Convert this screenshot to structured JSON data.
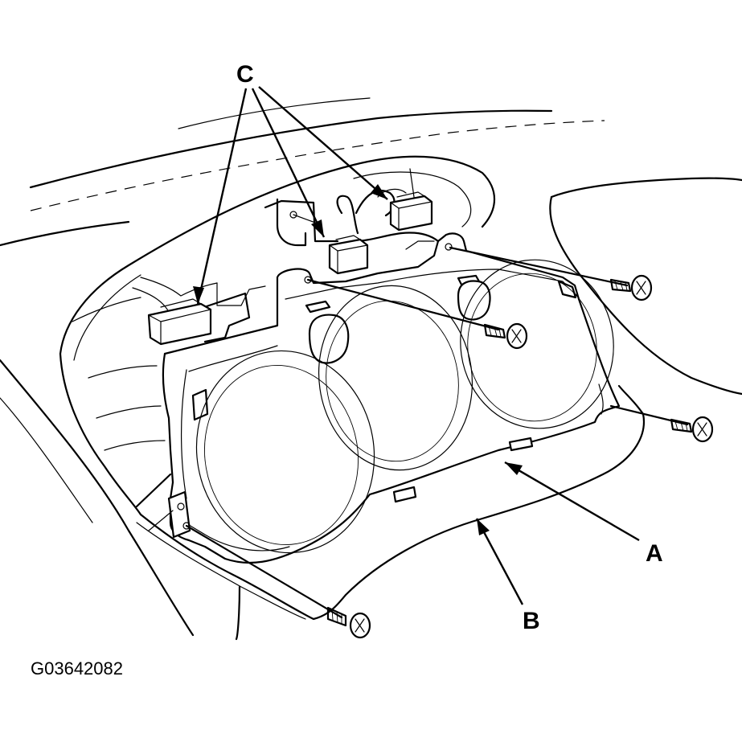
{
  "figure_id": "G03642082",
  "callouts": {
    "a": "A",
    "b": "B",
    "c": "C"
  },
  "colors": {
    "line": "#000000",
    "background": "#ffffff"
  }
}
